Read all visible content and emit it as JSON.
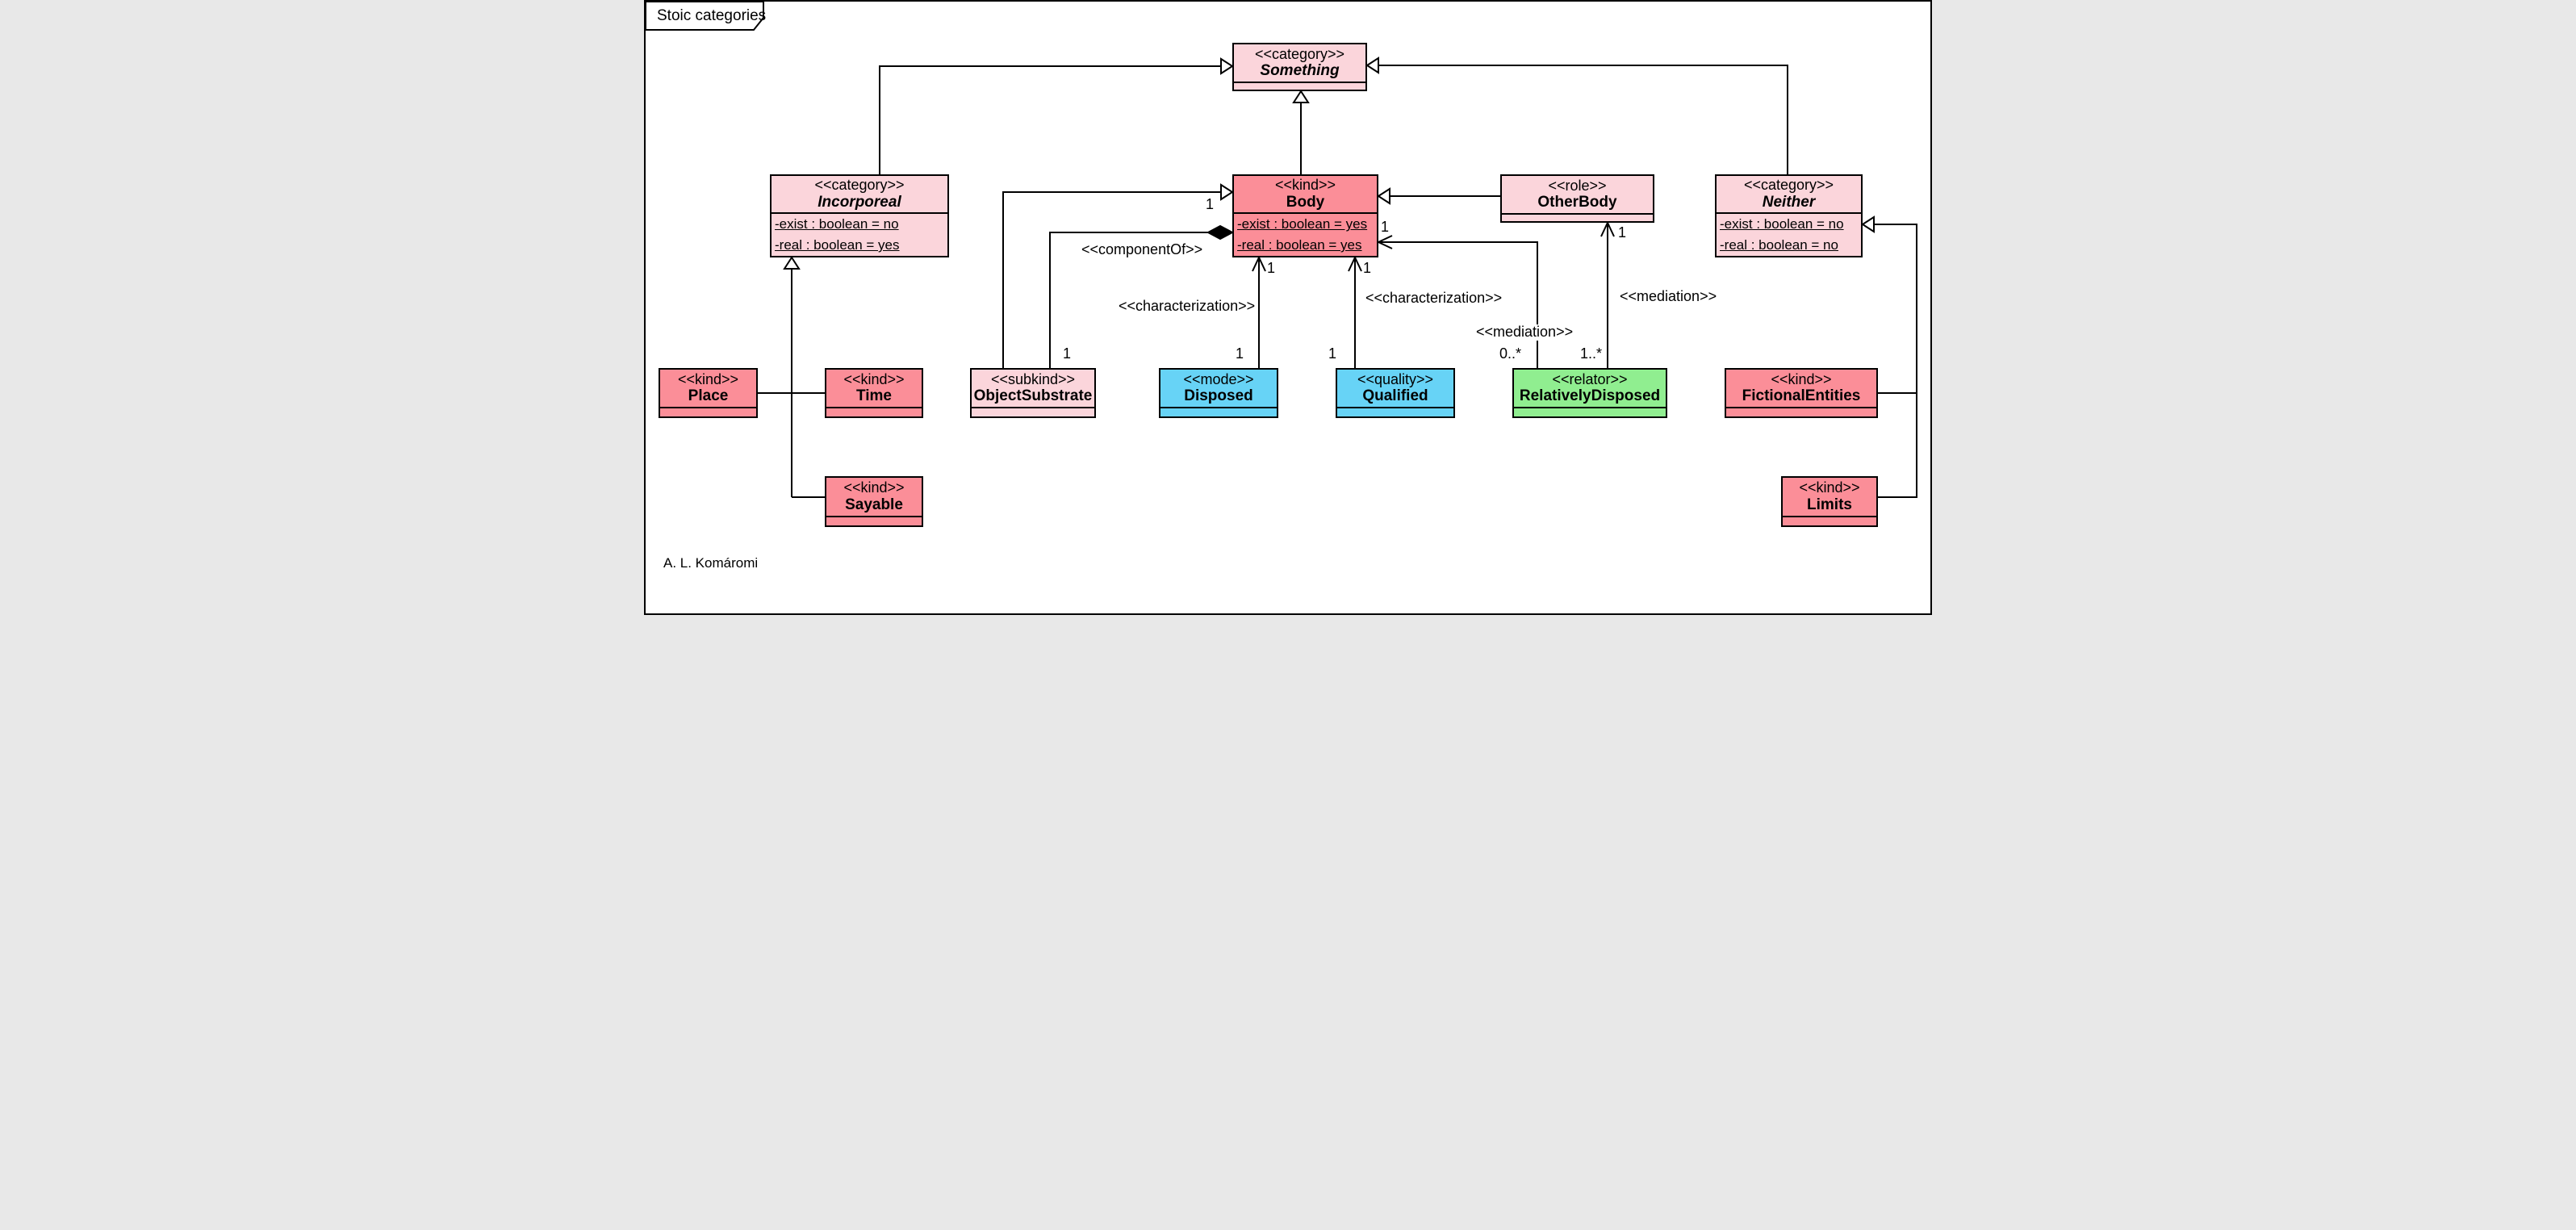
{
  "frame": {
    "title": "Stoic categories",
    "author": "A. L. Komáromi"
  },
  "colors": {
    "light_pink": "#FBD5DB",
    "salmon": "#FB8E98",
    "sky_blue": "#67D3F6",
    "light_green": "#90EE90",
    "line": "#000000",
    "background": "#FFFFFF"
  },
  "classes": [
    {
      "id": "something",
      "stereotype": "<<category>>",
      "name": "Something",
      "italic": true,
      "fill": "#FBD5DB",
      "attributes": []
    },
    {
      "id": "incorporeal",
      "stereotype": "<<category>>",
      "name": "Incorporeal",
      "italic": true,
      "fill": "#FBD5DB",
      "attributes": [
        "-exist : boolean = no",
        "-real : boolean = yes"
      ]
    },
    {
      "id": "body",
      "stereotype": "<<kind>>",
      "name": "Body",
      "italic": false,
      "fill": "#FB8E98",
      "attributes": [
        "-exist : boolean = yes",
        "-real : boolean = yes"
      ]
    },
    {
      "id": "otherbody",
      "stereotype": "<<role>>",
      "name": "OtherBody",
      "italic": false,
      "fill": "#FBD5DB",
      "attributes": []
    },
    {
      "id": "neither",
      "stereotype": "<<category>>",
      "name": "Neither",
      "italic": true,
      "fill": "#FBD5DB",
      "attributes": [
        "-exist : boolean = no",
        "-real : boolean = no"
      ]
    },
    {
      "id": "place",
      "stereotype": "<<kind>>",
      "name": "Place",
      "italic": false,
      "fill": "#FB8E98",
      "attributes": []
    },
    {
      "id": "time",
      "stereotype": "<<kind>>",
      "name": "Time",
      "italic": false,
      "fill": "#FB8E98",
      "attributes": []
    },
    {
      "id": "objectsubstrate",
      "stereotype": "<<subkind>>",
      "name": "ObjectSubstrate",
      "italic": false,
      "fill": "#FBD5DB",
      "attributes": []
    },
    {
      "id": "disposed",
      "stereotype": "<<mode>>",
      "name": "Disposed",
      "italic": false,
      "fill": "#67D3F6",
      "attributes": []
    },
    {
      "id": "qualified",
      "stereotype": "<<quality>>",
      "name": "Qualified",
      "italic": false,
      "fill": "#67D3F6",
      "attributes": []
    },
    {
      "id": "relativelydisposed",
      "stereotype": "<<relator>>",
      "name": "RelativelyDisposed",
      "italic": false,
      "fill": "#90EE90",
      "attributes": []
    },
    {
      "id": "fictionalentities",
      "stereotype": "<<kind>>",
      "name": "FictionalEntities",
      "italic": false,
      "fill": "#FB8E98",
      "attributes": []
    },
    {
      "id": "sayable",
      "stereotype": "<<kind>>",
      "name": "Sayable",
      "italic": false,
      "fill": "#FB8E98",
      "attributes": []
    },
    {
      "id": "limits",
      "stereotype": "<<kind>>",
      "name": "Limits",
      "italic": false,
      "fill": "#FB8E98",
      "attributes": []
    }
  ],
  "relation_labels": {
    "component_of": "<<componentOf>>",
    "characterization_disposed": "<<characterization>>",
    "characterization_qualified": "<<characterization>>",
    "mediation_body": "<<mediation>>",
    "mediation_otherbody": "<<mediation>>"
  },
  "multiplicities": {
    "componentof_part": "1",
    "componentof_whole": "1",
    "char_disposed_body": "1",
    "char_disposed_src": "1",
    "char_qualified_body": "1",
    "char_qualified_src": "1",
    "mediation_body_end": "1",
    "mediation_body_src": "0..*",
    "mediation_otherbody_end": "1",
    "mediation_otherbody_src": "1..*"
  }
}
